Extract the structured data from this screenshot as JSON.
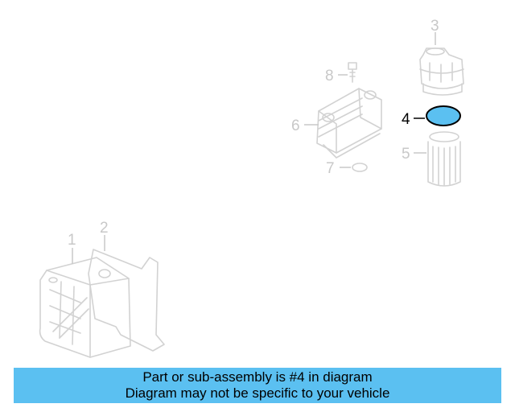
{
  "diagram": {
    "callouts": [
      {
        "id": "callout-1",
        "label": "1",
        "highlighted": false
      },
      {
        "id": "callout-2",
        "label": "2",
        "highlighted": false
      },
      {
        "id": "callout-3",
        "label": "3",
        "highlighted": false
      },
      {
        "id": "callout-4",
        "label": "4",
        "highlighted": true
      },
      {
        "id": "callout-5",
        "label": "5",
        "highlighted": false
      },
      {
        "id": "callout-6",
        "label": "6",
        "highlighted": false
      },
      {
        "id": "callout-7",
        "label": "7",
        "highlighted": false
      },
      {
        "id": "callout-8",
        "label": "8",
        "highlighted": false
      }
    ],
    "colors": {
      "faded_part": "#d2d2d2",
      "highlight_fill": "#5bc0f1",
      "highlight_stroke": "#000000"
    }
  },
  "banner": {
    "line1": "Part or sub-assembly is #4 in diagram",
    "line2": "Diagram may not be specific to your vehicle",
    "background": "#5bc0f1"
  }
}
